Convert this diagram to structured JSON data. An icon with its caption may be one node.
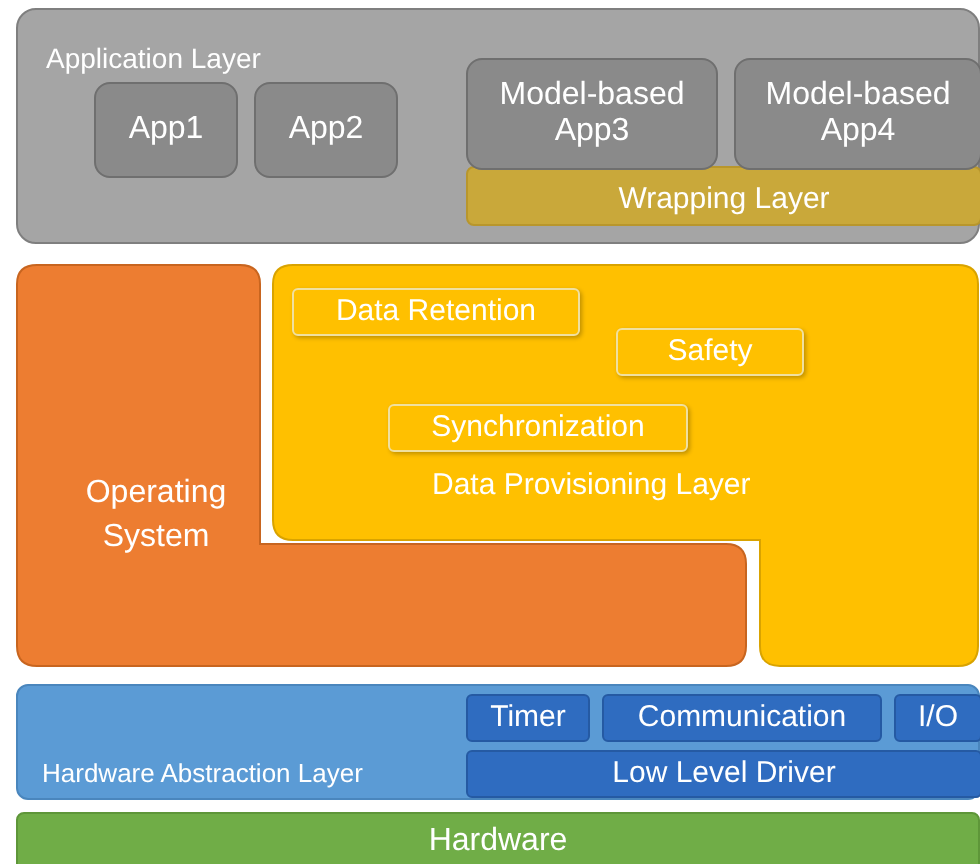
{
  "diagram": {
    "nodes": [
      {
        "text": [
          "Application Layer"
        ]
      },
      {
        "text": [
          "App1"
        ],
        "in": 0
      },
      {
        "text": [
          "App2"
        ],
        "in": 0
      },
      {
        "text": [
          "Model-based App3"
        ],
        "in": 0
      },
      {
        "text": [
          "Model-based App4"
        ],
        "in": 0
      },
      {
        "text": [
          "Wrapping Layer"
        ],
        "in": 0
      },
      {
        "text": [
          "Operating System"
        ]
      },
      {
        "text": [
          "Data Provisioning Layer"
        ]
      },
      {
        "text": [
          "Data Retention"
        ],
        "in": 7
      },
      {
        "text": [
          "Safety"
        ],
        "in": 7
      },
      {
        "text": [
          "Synchronization"
        ],
        "in": 7
      },
      {
        "text": [
          "Hardware Abstraction Layer"
        ]
      },
      {
        "text": [
          "Timer"
        ],
        "in": 11
      },
      {
        "text": [
          "Communication"
        ],
        "in": 11
      },
      {
        "text": [
          "I/O"
        ],
        "in": 11
      },
      {
        "text": [
          "Low Level Driver"
        ],
        "in": 11
      },
      {
        "text": [
          "Hardware"
        ]
      }
    ],
    "edges": []
  }
}
